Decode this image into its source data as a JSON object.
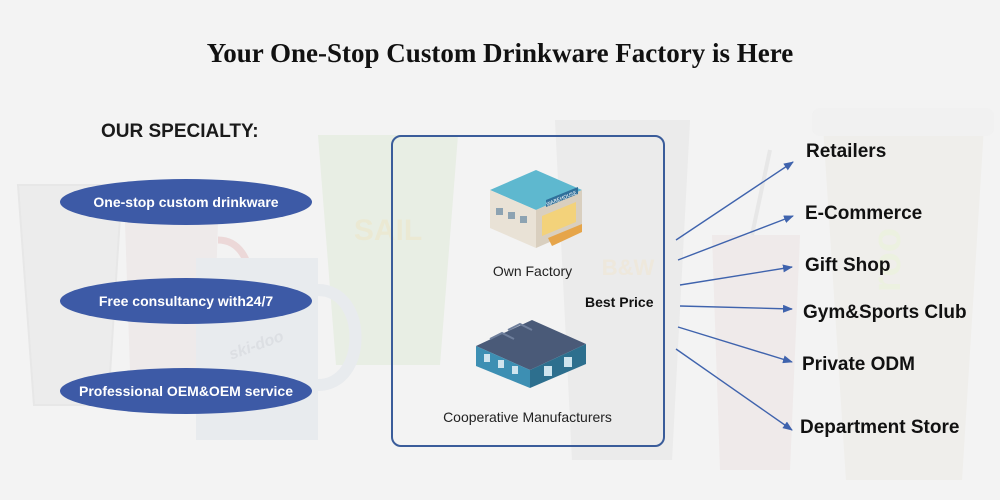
{
  "page_title": "Your One-Stop Custom Drinkware Factory is Here",
  "specialty": {
    "heading": "OUR SPECIALTY:",
    "items": [
      "One-stop custom drinkware",
      "Free consultancy with24/7",
      "Professional OEM&OEM service"
    ]
  },
  "center": {
    "own_factory_label": "Own Factory",
    "warehouse_sign": "WAREHOUSE",
    "cooperative_label": "Cooperative Manufacturers",
    "best_price_label": "Best Price"
  },
  "channels": [
    "Retailers",
    "E-Commerce",
    "Gift Shop",
    "Gym&Sports Club",
    "Private ODM",
    "Department Store"
  ],
  "background_prints": [
    "SAIL",
    "ski-doo",
    "B&W"
  ],
  "colors": {
    "pill_blue": "#3d5aa6",
    "frame_blue": "#3a5c9a",
    "arrow_blue": "#3f63ad",
    "warehouse_roof": "#5eb8cf",
    "factory_roof": "#4a5a78"
  }
}
